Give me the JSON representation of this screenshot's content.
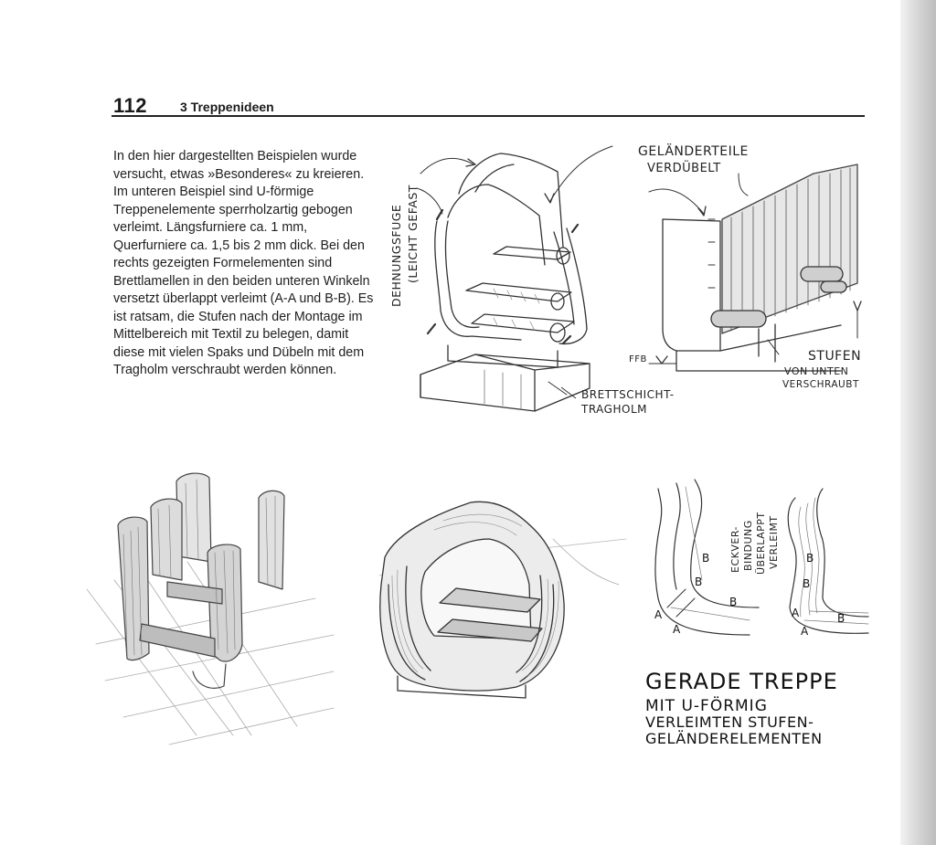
{
  "header": {
    "page_number": "112",
    "chapter_title": "3 Treppenideen"
  },
  "body_text": "In den hier dargestellten Beispielen wurde versucht, etwas »Besonderes« zu kreieren. Im unteren Beispiel sind U-förmige Treppenelemente sperrholzartig gebogen verleimt. Längsfurniere ca. 1 mm, Querfurniere ca. 1,5 bis 2 mm dick. Bei den rechts gezeigten Formelementen sind Brettlamellen in den beiden unteren Winkeln versetzt überlappt verleimt (A-A und B-B). Es ist ratsam, die Stufen nach der Montage im Mittelbereich mit Textil zu belegen, damit diese mit vielen Spaks und Dübeln mit dem Tragholm verschraubt werden können.",
  "sketch_labels": {
    "dehnungsfuge": "Dehnungsfuge",
    "leicht_gefast": "(leicht gefast",
    "gelaender_1": "Geländerteile",
    "gelaender_2": "verdübelt",
    "ffb": "FFB",
    "stufen_1": "Stufen",
    "stufen_2": "von unten",
    "stufen_3": "verschraubt",
    "brett_1": "Brettschicht-",
    "brett_2": "Tragholm",
    "eck_1": "Eckver-",
    "eck_2": "bindung",
    "eck_3": "überlappt",
    "eck_4": "verleimt",
    "label_a": "A",
    "label_b": "B"
  },
  "caption": {
    "line1": "Gerade Treppe",
    "line2": "mit U-förmig",
    "line3": "verleimten Stufen-",
    "line4": "Geländerelementen"
  }
}
